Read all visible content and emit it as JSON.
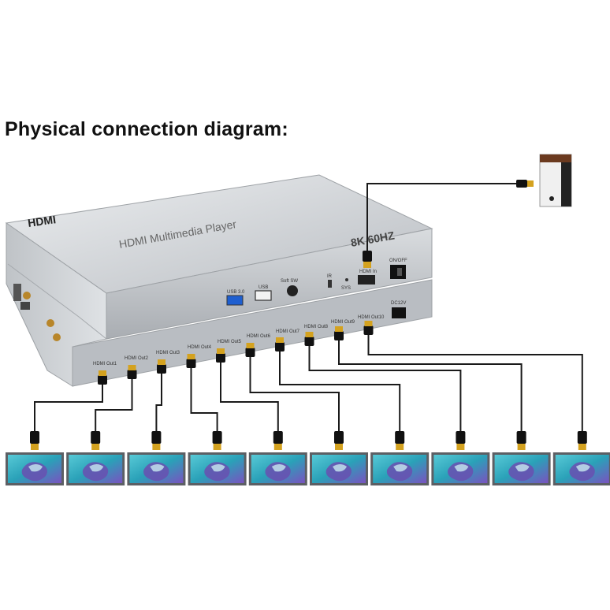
{
  "title": "Physical connection diagram:",
  "device": {
    "brand_logo": "HDMI",
    "name": "HDMI Multimedia Player",
    "badge": "8K 60HZ",
    "top_ports": {
      "usb3": "USB 3.0",
      "usb": "USB",
      "soft_sw": "Soft SW",
      "ir": "IR",
      "sys": "SYS",
      "hdmi_in": "HDMI In",
      "power_switch": "ON/OFF"
    },
    "dc_label": "DC12V",
    "outputs": [
      "HDMI Out1",
      "HDMI Out2",
      "HDMI Out3",
      "HDMI Out4",
      "HDMI Out5",
      "HDMI Out6",
      "HDMI Out7",
      "HDMI Out8",
      "HDMI Out9",
      "HDMI Out10"
    ]
  },
  "colors": {
    "cable": "#1a1a1a",
    "connector_gold": "#d4a21f",
    "device_silver": "#c9cdd2",
    "screen_teal": "#3fb6c7",
    "screen_purple": "#6a4fb0"
  },
  "source_icon": "pc-tower-icon",
  "display_icon": "monitor-icon"
}
